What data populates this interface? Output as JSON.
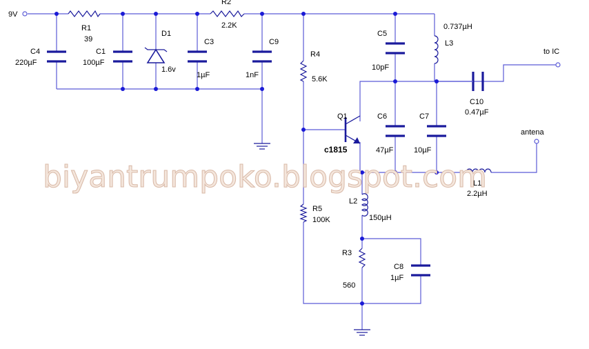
{
  "supply": {
    "label": "9V"
  },
  "output": {
    "label": "to IC"
  },
  "antenna": {
    "label": "antena"
  },
  "transistor": {
    "ref": "Q1",
    "part": "c1815"
  },
  "watermark": "biyantrumpoko.blogspot.com",
  "components": {
    "R1": {
      "ref": "R1",
      "value": "39"
    },
    "R2": {
      "ref": "R2",
      "value": "2.2K"
    },
    "R3": {
      "ref": "R3",
      "value": "560"
    },
    "R4": {
      "ref": "R4",
      "value": "5.6K"
    },
    "R5": {
      "ref": "R5",
      "value": "100K"
    },
    "C1": {
      "ref": "C1",
      "value": "100µF"
    },
    "C3": {
      "ref": "C3",
      "value": "1µF"
    },
    "C4": {
      "ref": "C4",
      "value": "220µF"
    },
    "C5": {
      "ref": "C5",
      "value": "10pF"
    },
    "C6": {
      "ref": "C6",
      "value": "47µF"
    },
    "C7": {
      "ref": "C7",
      "value": "10µF"
    },
    "C8": {
      "ref": "C8",
      "value": "1µF"
    },
    "C9": {
      "ref": "C9",
      "value": "1nF"
    },
    "C10": {
      "ref": "C10",
      "value": "0.47µF"
    },
    "D1": {
      "ref": "D1",
      "value": "1.6v"
    },
    "L1": {
      "ref": "L1",
      "value": "2.2µH"
    },
    "L2": {
      "ref": "L2",
      "value": "150µH"
    },
    "L3": {
      "ref": "L3",
      "value": "0.737µH"
    }
  },
  "colors": {
    "wire": "#5a5ad6",
    "component": "#1a1a9c",
    "junction": "#1a1ad6",
    "watermark": "#f4e6dc"
  }
}
